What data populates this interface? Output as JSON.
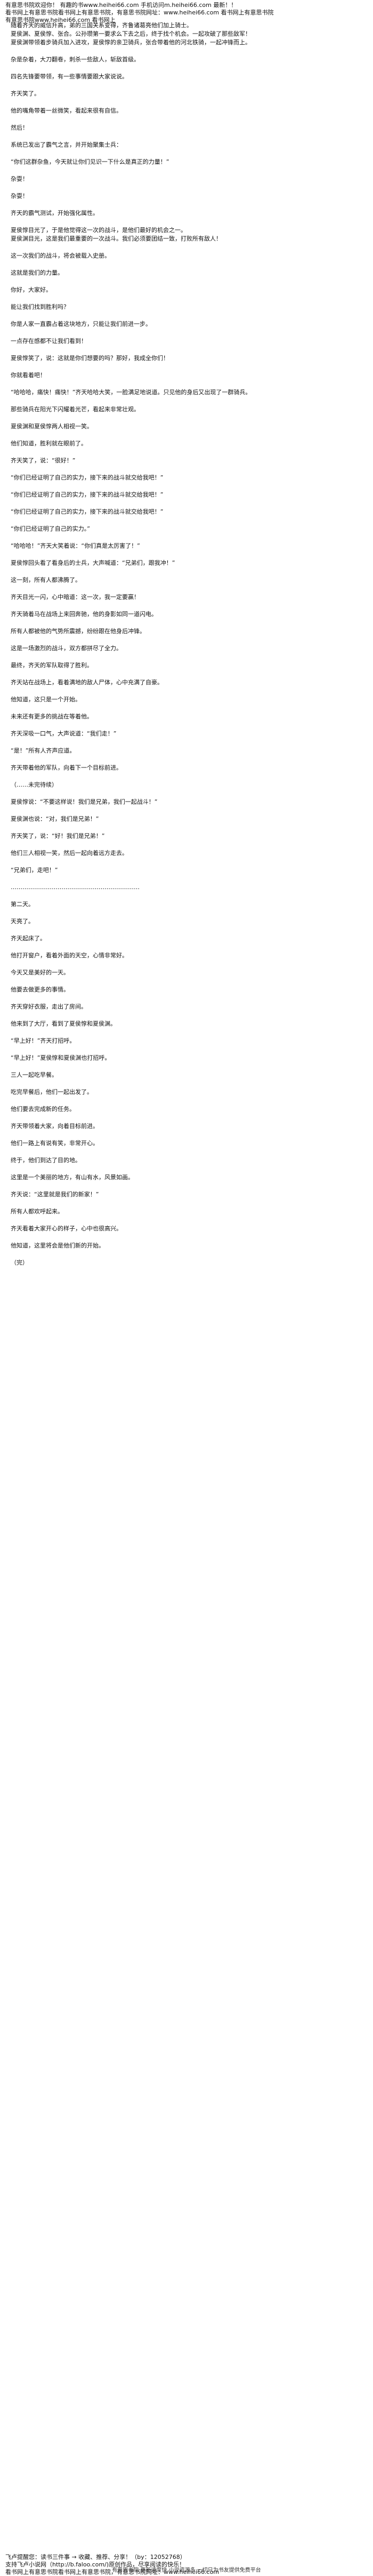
{
  "header": {
    "line1": "有意思书院欢迎你！ 有趣的书www.heihei66.com   手机访问m.heihei66.com 最新！！",
    "line2": "看书网上有意思书院看书网上有意思书院，有意思书院网址：www.heihei66.com 看书网上有意思书院",
    "line3": "有意思书院www.heihei66.com 看书网上"
  },
  "paragraphs": [
    "随着齐天的威信升高，弟的三国关系变得，齐鲁诸葛亮他们加上骑士。",
    "夏侯渊、夏侯惇、张合。公孙瓒第一要求么下去之后，终于找个机会。一起攻破了那些敌军！",
    "夏侯渊带领着步骑兵加入进攻，夏侯惇的亲卫骑兵，张合带着他的河北铁骑，一起冲锋而上。",
    "",
    "杂是杂着，大刀翻卷，刺杀一些敌人，斩敌首级。",
    "",
    "四名先锋要带领，有一些事情要跟大家说说。",
    "",
    "齐天笑了。",
    "",
    "他的嘴角带着一丝微笑，看起来很有自信。",
    "",
    "然后！",
    "",
    "系统已发出了霸气之言，并开始聚集士兵：",
    "",
    "“你们这群杂鱼，今天就让你们见识一下什么是真正的力量！”",
    "",
    "杂耍！",
    "",
    "杂耍！",
    "",
    "齐天的霸气测试，开始强化属性。",
    "",
    "夏侯惇目光了，于是他觉得这一次的战斗，是他们最好的机会之一。",
    "夏侯渊目光，这是我们最重要的一次战斗。我们必须要团结一致，打败所有敌人！",
    "",
    "这一次我们的战斗，将会被载入史册。",
    "",
    "这就是我们的力量。",
    "",
    "你好，大家好。",
    "",
    "能让我们找到胜利吗？",
    "",
    "你是人家一直霸占着这块地方，只能让我们前进一步。",
    "",
    "一点存在感都不让我们看到！",
    "",
    "夏侯惇笑了，说：这就是你们想要的吗？那好，我成全你们！",
    "",
    "你就看着吧！",
    "",
    "“哈哈哈，痛快！痛快！”齐天哈哈大笑，一脸满足地说道。只见他的身后又出现了一群骑兵。",
    "",
    "那些骑兵在阳光下闪耀着光芒，看起来非常壮观。",
    "",
    "夏侯渊和夏侯惇两人相视一笑。",
    "",
    "他们知道，胜利就在眼前了。",
    "",
    "齐天笑了，说：“很好！”",
    "",
    "“你们已经证明了自己的实力，接下来的战斗就交给我吧！”",
    "",
    "“你们已经证明了自己的实力，接下来的战斗就交给我吧！”",
    "",
    "“你们已经证明了自己的实力，接下来的战斗就交给我吧！”",
    "",
    "“你们已经证明了自己的实力。”",
    "",
    "“哈哈哈！”齐天大笑着说：“你们真是太厉害了！”",
    "",
    "夏侯惇回头看了看身后的士兵，大声喊道：“兄弟们，跟我冲！”",
    "",
    "这一刻，所有人都沸腾了。",
    "",
    "齐天目光一闪，心中暗道：这一次，我一定要赢！",
    "",
    "齐天骑着马在战场上来回奔驰，他的身影如同一道闪电。",
    "",
    "所有人都被他的气势所震撼，纷纷跟在他身后冲锋。",
    "",
    "这是一场激烈的战斗，双方都拼尽了全力。",
    "",
    "最终，齐天的军队取得了胜利。",
    "",
    "齐天站在战场上，看着满地的敌人尸体，心中充满了自豪。",
    "",
    "他知道，这只是一个开始。",
    "",
    "未来还有更多的挑战在等着他。",
    "",
    "齐天深吸一口气，大声说道：“我们走！”",
    "",
    "“是！”所有人齐声应道。",
    "",
    "齐天带着他的军队，向着下一个目标前进。",
    "",
    "（……未完待续）",
    "",
    "夏侯惇说：“不要这样说！我们是兄弟，我们一起战斗！”",
    "",
    "夏侯渊也说：“对，我们是兄弟！”",
    "",
    "齐天笑了，说：“好！我们是兄弟！”",
    "",
    "他们三人相视一笑，然后一起向着远方走去。",
    "",
    "“兄弟们，走吧！”",
    "",
    "…………………………………………………………",
    "",
    "第二天。",
    "",
    "天亮了。",
    "",
    "齐天起床了。",
    "",
    "他打开窗户，看着外面的天空，心情非常好。",
    "",
    "今天又是美好的一天。",
    "",
    "他要去做更多的事情。",
    "",
    "齐天穿好衣服，走出了房间。",
    "",
    "他来到了大厅，看到了夏侯惇和夏侯渊。",
    "",
    "“早上好！”齐天打招呼。",
    "",
    "“早上好！”夏侯惇和夏侯渊也打招呼。",
    "",
    "三人一起吃早餐。",
    "",
    "吃完早餐后，他们一起出发了。",
    "",
    "他们要去完成新的任务。",
    "",
    "齐天带领着大家，向着目标前进。",
    "",
    "他们一路上有说有笑，非常开心。",
    "",
    "终于，他们到达了目的地。",
    "",
    "这里是一个美丽的地方，有山有水，风景如画。",
    "",
    "齐天说：“这里就是我们的新家！”",
    "",
    "所有人都欢呼起来。",
    "",
    "齐天看着大家开心的样子，心中也很高兴。",
    "",
    "他知道，这里将会是他们新的开始。",
    "",
    "（完）"
  ],
  "bottom": {
    "line1": "飞卢提醒您：读书三件事 → 收藏、推荐、分享！（by：12052768）",
    "line2": "支持飞卢小说网（http://b.faloo.com/)原创作品，尽享阅读的快乐！",
    "line3": "看书网上有意思书院看书网上有意思书院，有意思书院网址：www.heihei66.com"
  },
  "footer": {
    "text": "有意思书院 更新速度快 小说资源多 一切只为书友提供免费平台"
  }
}
